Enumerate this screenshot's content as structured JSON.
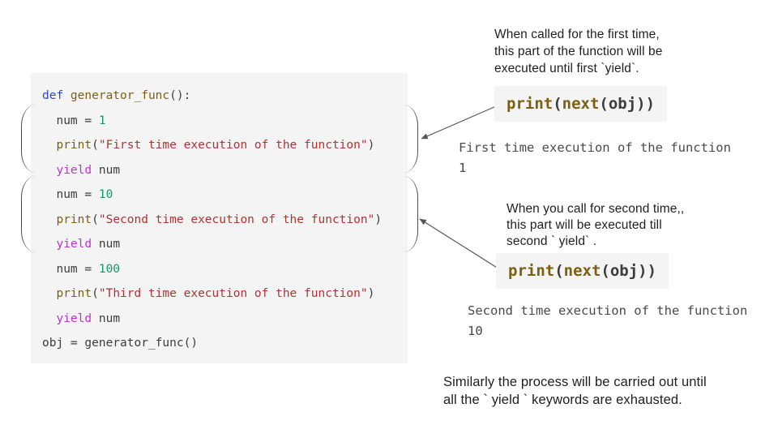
{
  "colors": {
    "code_bg": "#f4f4f5",
    "plain": "#3c3c3c",
    "keyword": "#3243cd",
    "function": "#7d5f12",
    "string": "#b03333",
    "number": "#109b68",
    "yield": "#bb33cc",
    "brace": "#4d4d4d",
    "arrow": "#555555",
    "annotation_text": "#1f1f1f",
    "output_text": "#4a4a4a"
  },
  "code_block": {
    "lines": [
      [
        {
          "c": "kw",
          "t": "def "
        },
        {
          "c": "fn",
          "t": "generator_func"
        },
        {
          "c": "plain",
          "t": "():"
        }
      ],
      [
        {
          "c": "plain",
          "t": "  num = "
        },
        {
          "c": "num",
          "t": "1"
        }
      ],
      [
        {
          "c": "plain",
          "t": "  "
        },
        {
          "c": "fn",
          "t": "print"
        },
        {
          "c": "plain",
          "t": "("
        },
        {
          "c": "str",
          "t": "\"First time execution of the function\""
        },
        {
          "c": "plain",
          "t": ")"
        }
      ],
      [
        {
          "c": "plain",
          "t": "  "
        },
        {
          "c": "yld",
          "t": "yield"
        },
        {
          "c": "plain",
          "t": " num"
        }
      ],
      [
        {
          "c": "plain",
          "t": "  num = "
        },
        {
          "c": "num",
          "t": "10"
        }
      ],
      [
        {
          "c": "plain",
          "t": "  "
        },
        {
          "c": "fn",
          "t": "print"
        },
        {
          "c": "plain",
          "t": "("
        },
        {
          "c": "str",
          "t": "\"Second time execution of the function\""
        },
        {
          "c": "plain",
          "t": ")"
        }
      ],
      [
        {
          "c": "plain",
          "t": "  "
        },
        {
          "c": "yld",
          "t": "yield"
        },
        {
          "c": "plain",
          "t": " num"
        }
      ],
      [
        {
          "c": "plain",
          "t": "  num = "
        },
        {
          "c": "num",
          "t": "100"
        }
      ],
      [
        {
          "c": "plain",
          "t": "  "
        },
        {
          "c": "fn",
          "t": "print"
        },
        {
          "c": "plain",
          "t": "("
        },
        {
          "c": "str",
          "t": "\"Third time execution of the function\""
        },
        {
          "c": "plain",
          "t": ")"
        }
      ],
      [
        {
          "c": "plain",
          "t": "  "
        },
        {
          "c": "yld",
          "t": "yield"
        },
        {
          "c": "plain",
          "t": " num"
        }
      ],
      [
        {
          "c": "plain",
          "t": "obj = generator_func()"
        }
      ]
    ]
  },
  "annotations": {
    "first": {
      "lines": [
        "When called for the first time,",
        "this part of the function will be",
        "executed until first `yield`."
      ],
      "snippet": [
        {
          "c": "fn",
          "t": "print"
        },
        {
          "c": "plain",
          "t": "("
        },
        {
          "c": "fn",
          "t": "next"
        },
        {
          "c": "plain",
          "t": "(obj))"
        }
      ],
      "output_lines": [
        "First time execution of the function",
        "1"
      ]
    },
    "second": {
      "lines": [
        "When you call for second time,,",
        "this part will be executed till",
        "second ` yield` ."
      ],
      "snippet": [
        {
          "c": "fn",
          "t": "print"
        },
        {
          "c": "plain",
          "t": "("
        },
        {
          "c": "fn",
          "t": "next"
        },
        {
          "c": "plain",
          "t": "(obj))"
        }
      ],
      "output_lines": [
        "Second time execution of the function",
        "10"
      ]
    },
    "footer_lines": [
      "Similarly the process will be carried out until",
      "all the ` yield ` keywords are exhausted."
    ]
  }
}
